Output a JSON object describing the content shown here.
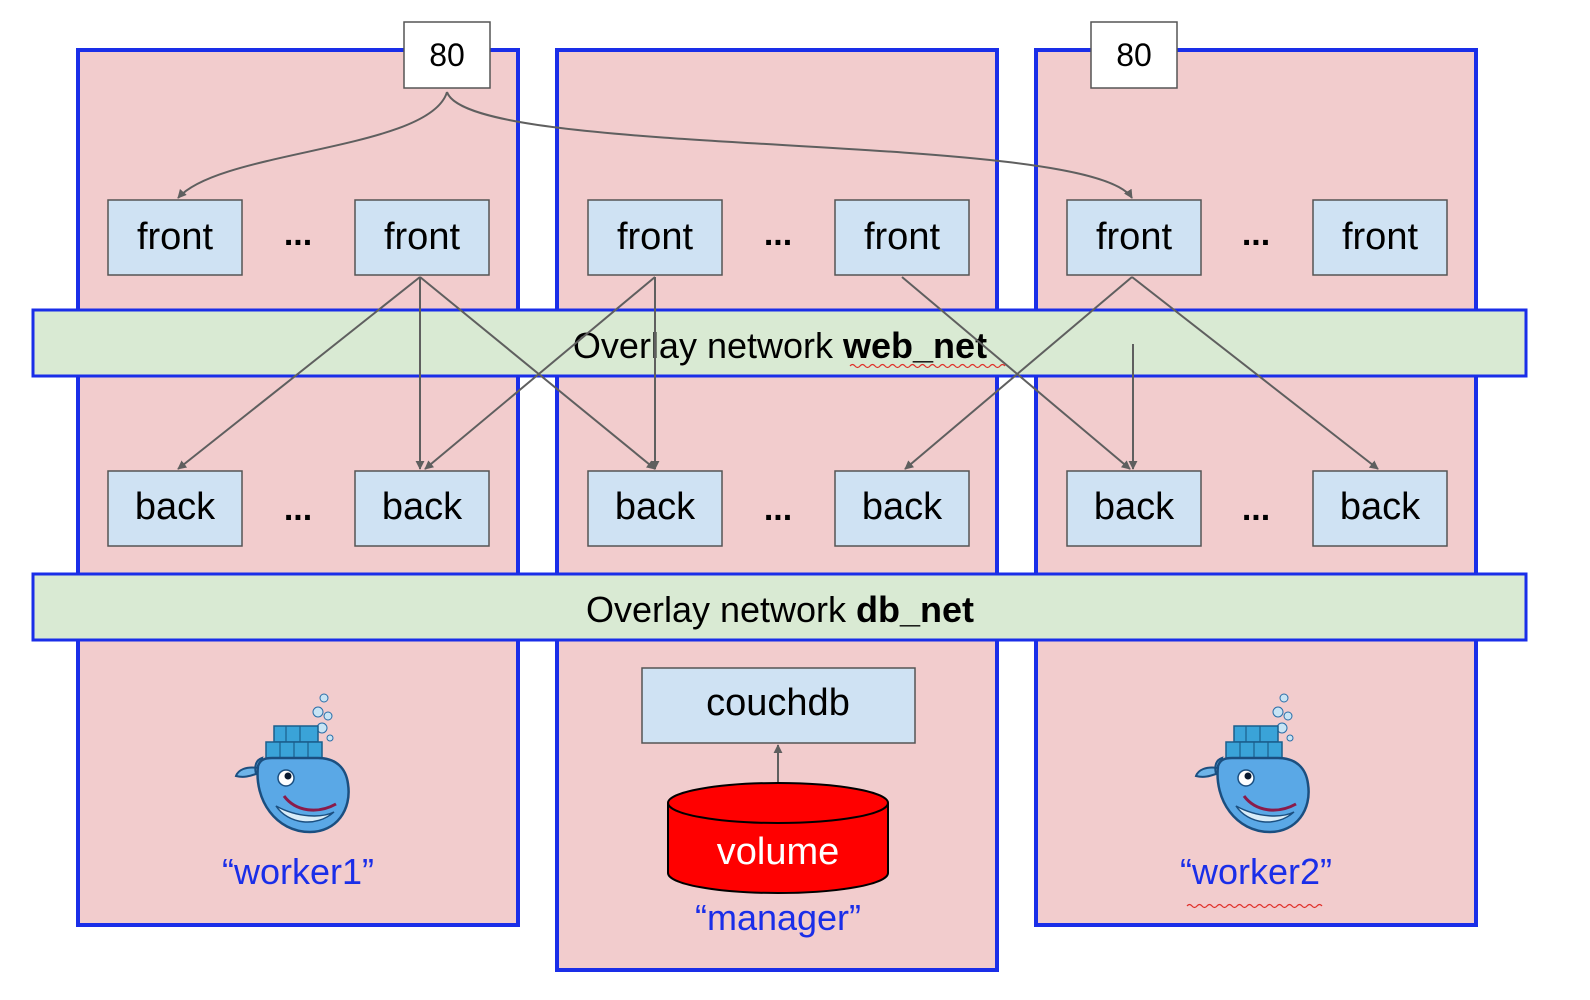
{
  "hosts": {
    "worker1": {
      "label": "“worker1”"
    },
    "manager": {
      "label": "“manager”"
    },
    "worker2": {
      "label": "“worker2”"
    }
  },
  "ports": {
    "worker1": "80",
    "worker2": "80"
  },
  "services": {
    "front": "front",
    "back": "back",
    "ellipsis": "..."
  },
  "networks": {
    "web": {
      "prefix": "Overlay network ",
      "name": "web_net"
    },
    "db": {
      "prefix": "Overlay network ",
      "name": "db_net"
    }
  },
  "database": {
    "label": "couchdb"
  },
  "volume": {
    "label": "volume"
  },
  "icons": {
    "worker1": "docker-whale-icon",
    "worker2": "docker-whale-icon"
  },
  "colors": {
    "host_fill": "#f2cccd",
    "host_border": "#1a2ee8",
    "network_fill": "#d9ead3",
    "service_fill": "#cfe2f3",
    "volume_fill": "#ff0000",
    "arrow": "#5f5f5f"
  }
}
